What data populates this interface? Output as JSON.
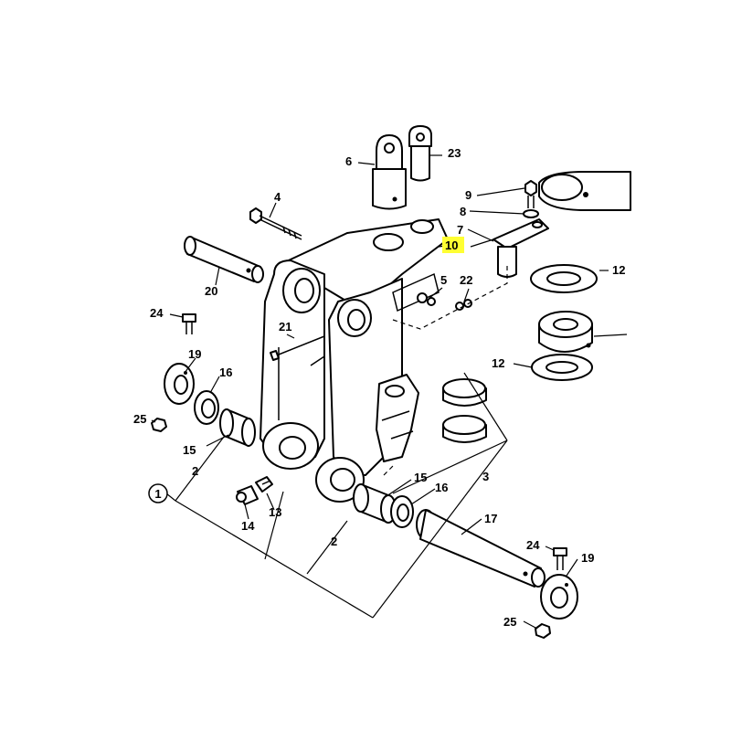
{
  "diagram": {
    "highlight_color": "#ffff33",
    "callouts": {
      "c1": "1",
      "c2a": "2",
      "c2b": "2",
      "c3": "3",
      "c4": "4",
      "c5": "5",
      "c6": "6",
      "c7": "7",
      "c8": "8",
      "c9": "9",
      "c10": "10",
      "c12a": "12",
      "c12b": "12",
      "c13": "13",
      "c14": "14",
      "c15a": "15",
      "c15b": "15",
      "c16a": "16",
      "c16b": "16",
      "c17": "17",
      "c19a": "19",
      "c19b": "19",
      "c20": "20",
      "c21": "21",
      "c22": "22",
      "c23": "23",
      "c24a": "24",
      "c24b": "24",
      "c25a": "25",
      "c25b": "25"
    }
  }
}
